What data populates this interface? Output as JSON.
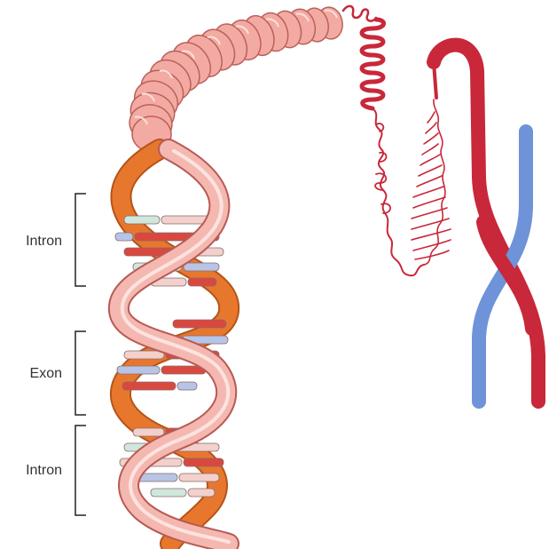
{
  "regions": [
    {
      "label": "Intron"
    },
    {
      "label": "Exon"
    },
    {
      "label": "Intron"
    }
  ],
  "colors": {
    "backbone_front": "#f4b8b0",
    "backbone_front_stroke": "#b85a55",
    "backbone_back": "#e8772e",
    "backbone_back_stroke": "#b45418",
    "coil": "#f3aaa2",
    "coil_stroke": "#b9615b",
    "chromatin": "#c8283a",
    "chromosome_red": "#c8283a",
    "chromosome_blue": "#6f93d8",
    "base_red": "#d9483f",
    "base_blue": "#b7c4e6",
    "base_green": "#cfe7dd",
    "base_pink": "#f2d0cb",
    "bracket": "#222222"
  }
}
